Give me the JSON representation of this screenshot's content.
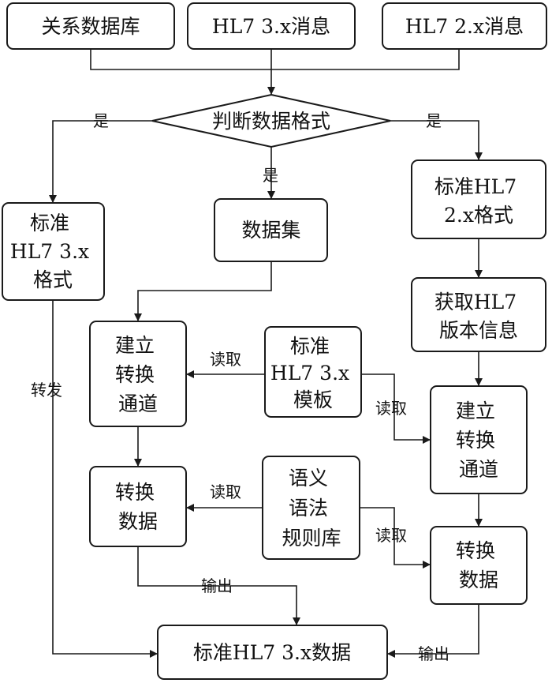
{
  "nodes": {
    "relational_db": [
      "关系数据库"
    ],
    "hl7_3x_msg": [
      "HL7 3.x消息"
    ],
    "hl7_2x_msg": [
      "HL7 2.x消息"
    ],
    "judge_format": [
      "判断数据格式"
    ],
    "std_hl7_3x_format": [
      "标准",
      "HL7 3.x",
      "格式"
    ],
    "dataset": [
      "数据集"
    ],
    "std_hl7_2x_format": [
      "标准HL7",
      "2.x格式"
    ],
    "get_hl7_version": [
      "获取HL7",
      "版本信息"
    ],
    "build_channel_left": [
      "建立",
      "转换",
      "通道"
    ],
    "std_hl7_3x_template": [
      "标准",
      "HL7 3.x",
      "模板"
    ],
    "build_channel_right": [
      "建立",
      "转换",
      "通道"
    ],
    "convert_left": [
      "转换",
      "数据"
    ],
    "semantic_rules": [
      "语义",
      "语法",
      "规则库"
    ],
    "convert_right": [
      "转换",
      "数据"
    ],
    "std_hl7_3x_data": [
      "标准HL7 3.x数据"
    ]
  },
  "edge_labels": {
    "yes_left": "是",
    "yes_middle": "是",
    "yes_right": "是",
    "forward": "转发",
    "read_template_left": "读取",
    "read_template_right": "读取",
    "read_rules_left": "读取",
    "read_rules_right": "读取",
    "output_left": "输出",
    "output_right": "输出"
  }
}
